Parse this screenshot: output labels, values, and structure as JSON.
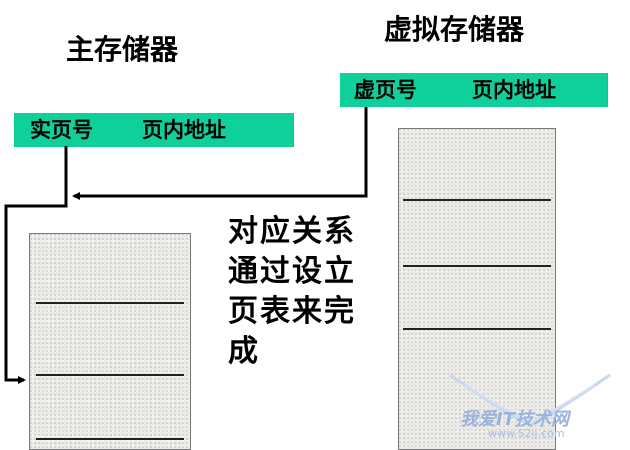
{
  "main_memory": {
    "title": "主存储器",
    "address": {
      "field1": "实页号",
      "field2": "页内地址"
    }
  },
  "virtual_memory": {
    "title": "虚拟存储器",
    "address": {
      "field1": "虚页号",
      "field2": "页内地址"
    }
  },
  "caption": [
    "对应关系",
    "通过设立",
    "页表来完",
    "成"
  ],
  "watermark": {
    "text": "我爱IT技术网",
    "url": "www.52ij.com"
  },
  "colors": {
    "address_bar": "#0fcf9a",
    "memory_block": "#eceae6"
  }
}
